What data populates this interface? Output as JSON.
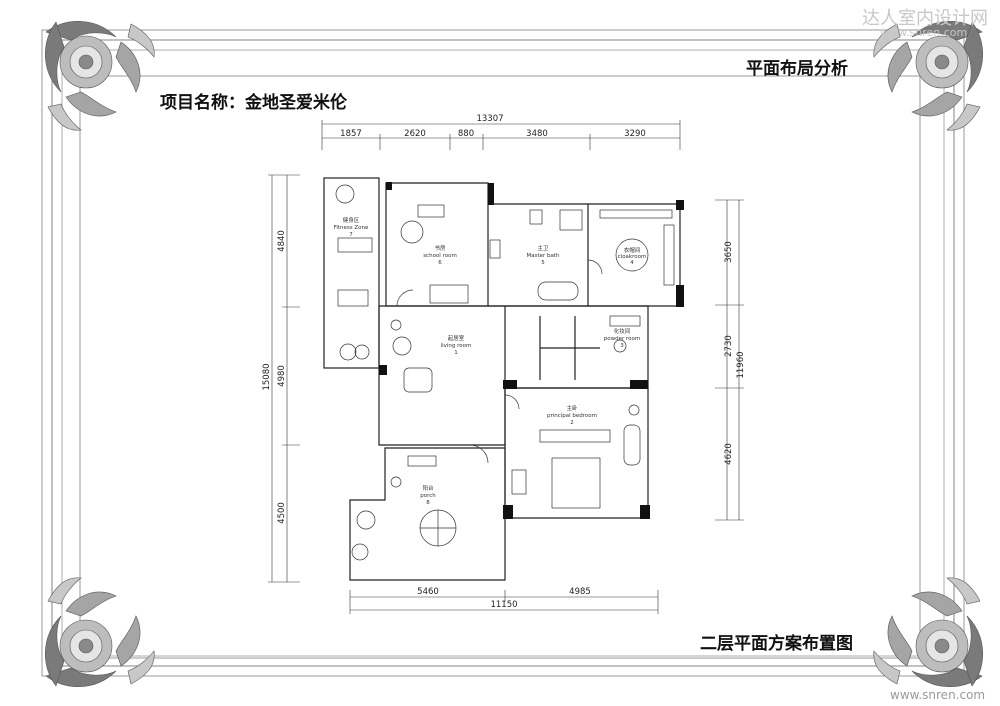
{
  "header": {
    "section_title": "平面布局分析",
    "project_label": "项目名称：金地圣爱米伦"
  },
  "footer": {
    "plan_title": "二层平面方案布置图"
  },
  "watermarks": {
    "top_right": "达人室内设计网",
    "top_right_url": "www.snren.com",
    "bottom_right_url": "www.snren.com"
  },
  "dimensions": {
    "top_total": "13307",
    "top_segments": [
      "1857",
      "2620",
      "880",
      "3480",
      "3290"
    ],
    "left_total": "15080",
    "left_segments": [
      "4840",
      "4980",
      "4500"
    ],
    "right_total": "11960",
    "right_segments": [
      "3650",
      "2730",
      "4620"
    ],
    "bottom_total": "11150",
    "bottom_segments": [
      "5460",
      "4985"
    ]
  },
  "rooms": [
    {
      "name": "健身区",
      "en": "Fitness Zone",
      "no": "7"
    },
    {
      "name": "书房",
      "en": "school room",
      "no": "6"
    },
    {
      "name": "主卫",
      "en": "Master bath",
      "no": "5"
    },
    {
      "name": "衣帽间",
      "en": "cloakroom",
      "no": "4"
    },
    {
      "name": "起居室",
      "en": "living room",
      "no": "1"
    },
    {
      "name": "化妆间",
      "en": "powder room",
      "no": "3"
    },
    {
      "name": "主卧",
      "en": "principal bedroom",
      "no": "2"
    },
    {
      "name": "阳台",
      "en": "porch",
      "no": "8"
    }
  ],
  "colors": {
    "frame": "#8a8a8a",
    "wall": "#222222",
    "ornament": "#6f6f6f"
  }
}
